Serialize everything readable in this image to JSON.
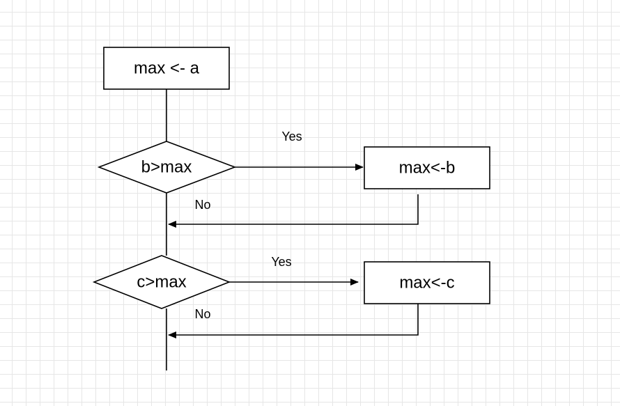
{
  "nodes": {
    "init": {
      "label": "max <- a"
    },
    "cond_b": {
      "label": "b>max"
    },
    "assign_b": {
      "label": "max<-b"
    },
    "cond_c": {
      "label": "c>max"
    },
    "assign_c": {
      "label": "max<-c"
    }
  },
  "edges": {
    "cond_b_yes": {
      "label": "Yes"
    },
    "cond_b_no": {
      "label": "No"
    },
    "cond_c_yes": {
      "label": "Yes"
    },
    "cond_c_no": {
      "label": "No"
    }
  }
}
